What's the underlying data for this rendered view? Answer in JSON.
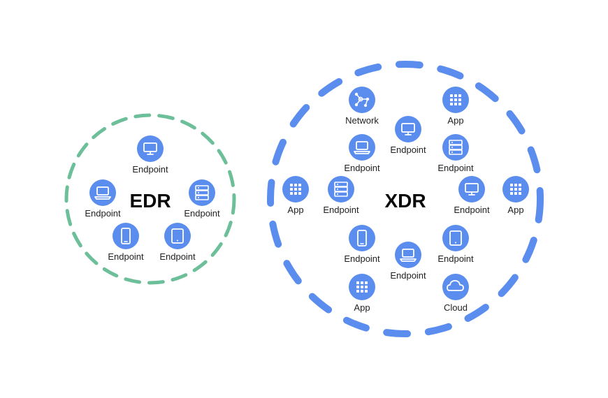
{
  "colors": {
    "edr_ring": "#6dbf9a",
    "xdr_ring": "#5b8dee",
    "node_fill": "#5b8dee",
    "icon_stroke": "#ffffff",
    "label": "#222222",
    "title": "#0a0a0a"
  },
  "edr": {
    "title": "EDR",
    "nodes": [
      {
        "icon": "monitor-icon",
        "label": "Endpoint"
      },
      {
        "icon": "laptop-icon",
        "label": "Endpoint"
      },
      {
        "icon": "server-icon",
        "label": "Endpoint"
      },
      {
        "icon": "phone-icon",
        "label": "Endpoint"
      },
      {
        "icon": "tablet-icon",
        "label": "Endpoint"
      }
    ]
  },
  "xdr": {
    "title": "XDR",
    "nodes": [
      {
        "icon": "network-icon",
        "label": "Network"
      },
      {
        "icon": "app-grid-icon",
        "label": "App"
      },
      {
        "icon": "monitor-icon",
        "label": "Endpoint"
      },
      {
        "icon": "laptop-icon",
        "label": "Endpoint"
      },
      {
        "icon": "server-icon",
        "label": "Endpoint"
      },
      {
        "icon": "app-grid-icon",
        "label": "App"
      },
      {
        "icon": "server-icon",
        "label": "Endpoint"
      },
      {
        "icon": "monitor-icon",
        "label": "Endpoint"
      },
      {
        "icon": "app-grid-icon",
        "label": "App"
      },
      {
        "icon": "phone-icon",
        "label": "Endpoint"
      },
      {
        "icon": "tablet-icon",
        "label": "Endpoint"
      },
      {
        "icon": "laptop-icon",
        "label": "Endpoint"
      },
      {
        "icon": "app-grid-icon",
        "label": "App"
      },
      {
        "icon": "cloud-icon",
        "label": "Cloud"
      }
    ]
  }
}
